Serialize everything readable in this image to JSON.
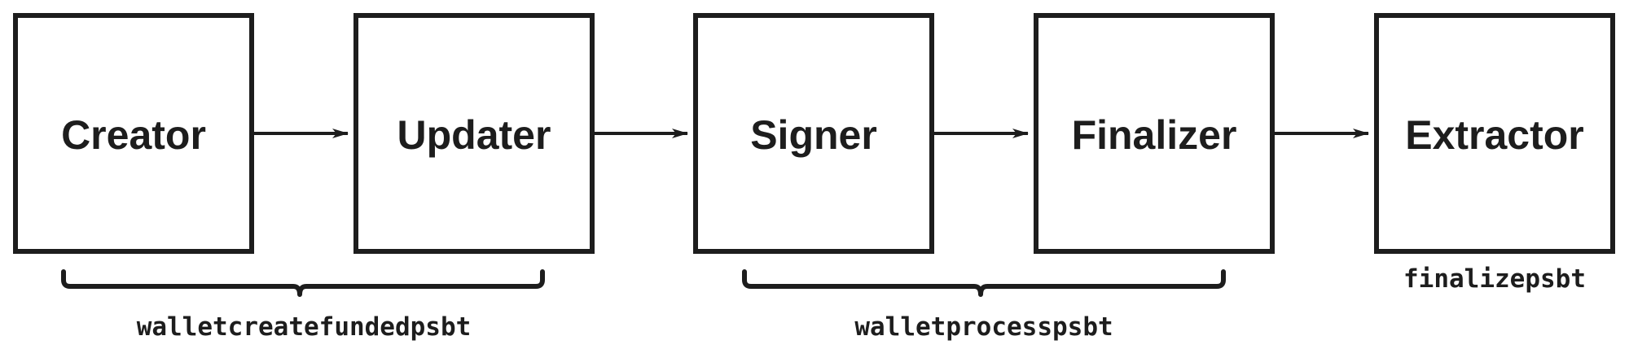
{
  "diagram": {
    "stages": [
      {
        "id": "creator",
        "label": "Creator"
      },
      {
        "id": "updater",
        "label": "Updater"
      },
      {
        "id": "signer",
        "label": "Signer"
      },
      {
        "id": "finalizer",
        "label": "Finalizer"
      },
      {
        "id": "extractor",
        "label": "Extractor"
      }
    ],
    "commands": [
      {
        "id": "create",
        "label": "walletcreatefundedpsbt",
        "covers": [
          "creator",
          "updater"
        ]
      },
      {
        "id": "process",
        "label": "walletprocesspsbt",
        "covers": [
          "signer",
          "finalizer"
        ]
      },
      {
        "id": "finalize",
        "label": "finalizepsbt",
        "covers": [
          "extractor"
        ]
      }
    ],
    "colors": {
      "stroke": "#1d1d1d",
      "background": "#ffffff"
    }
  }
}
